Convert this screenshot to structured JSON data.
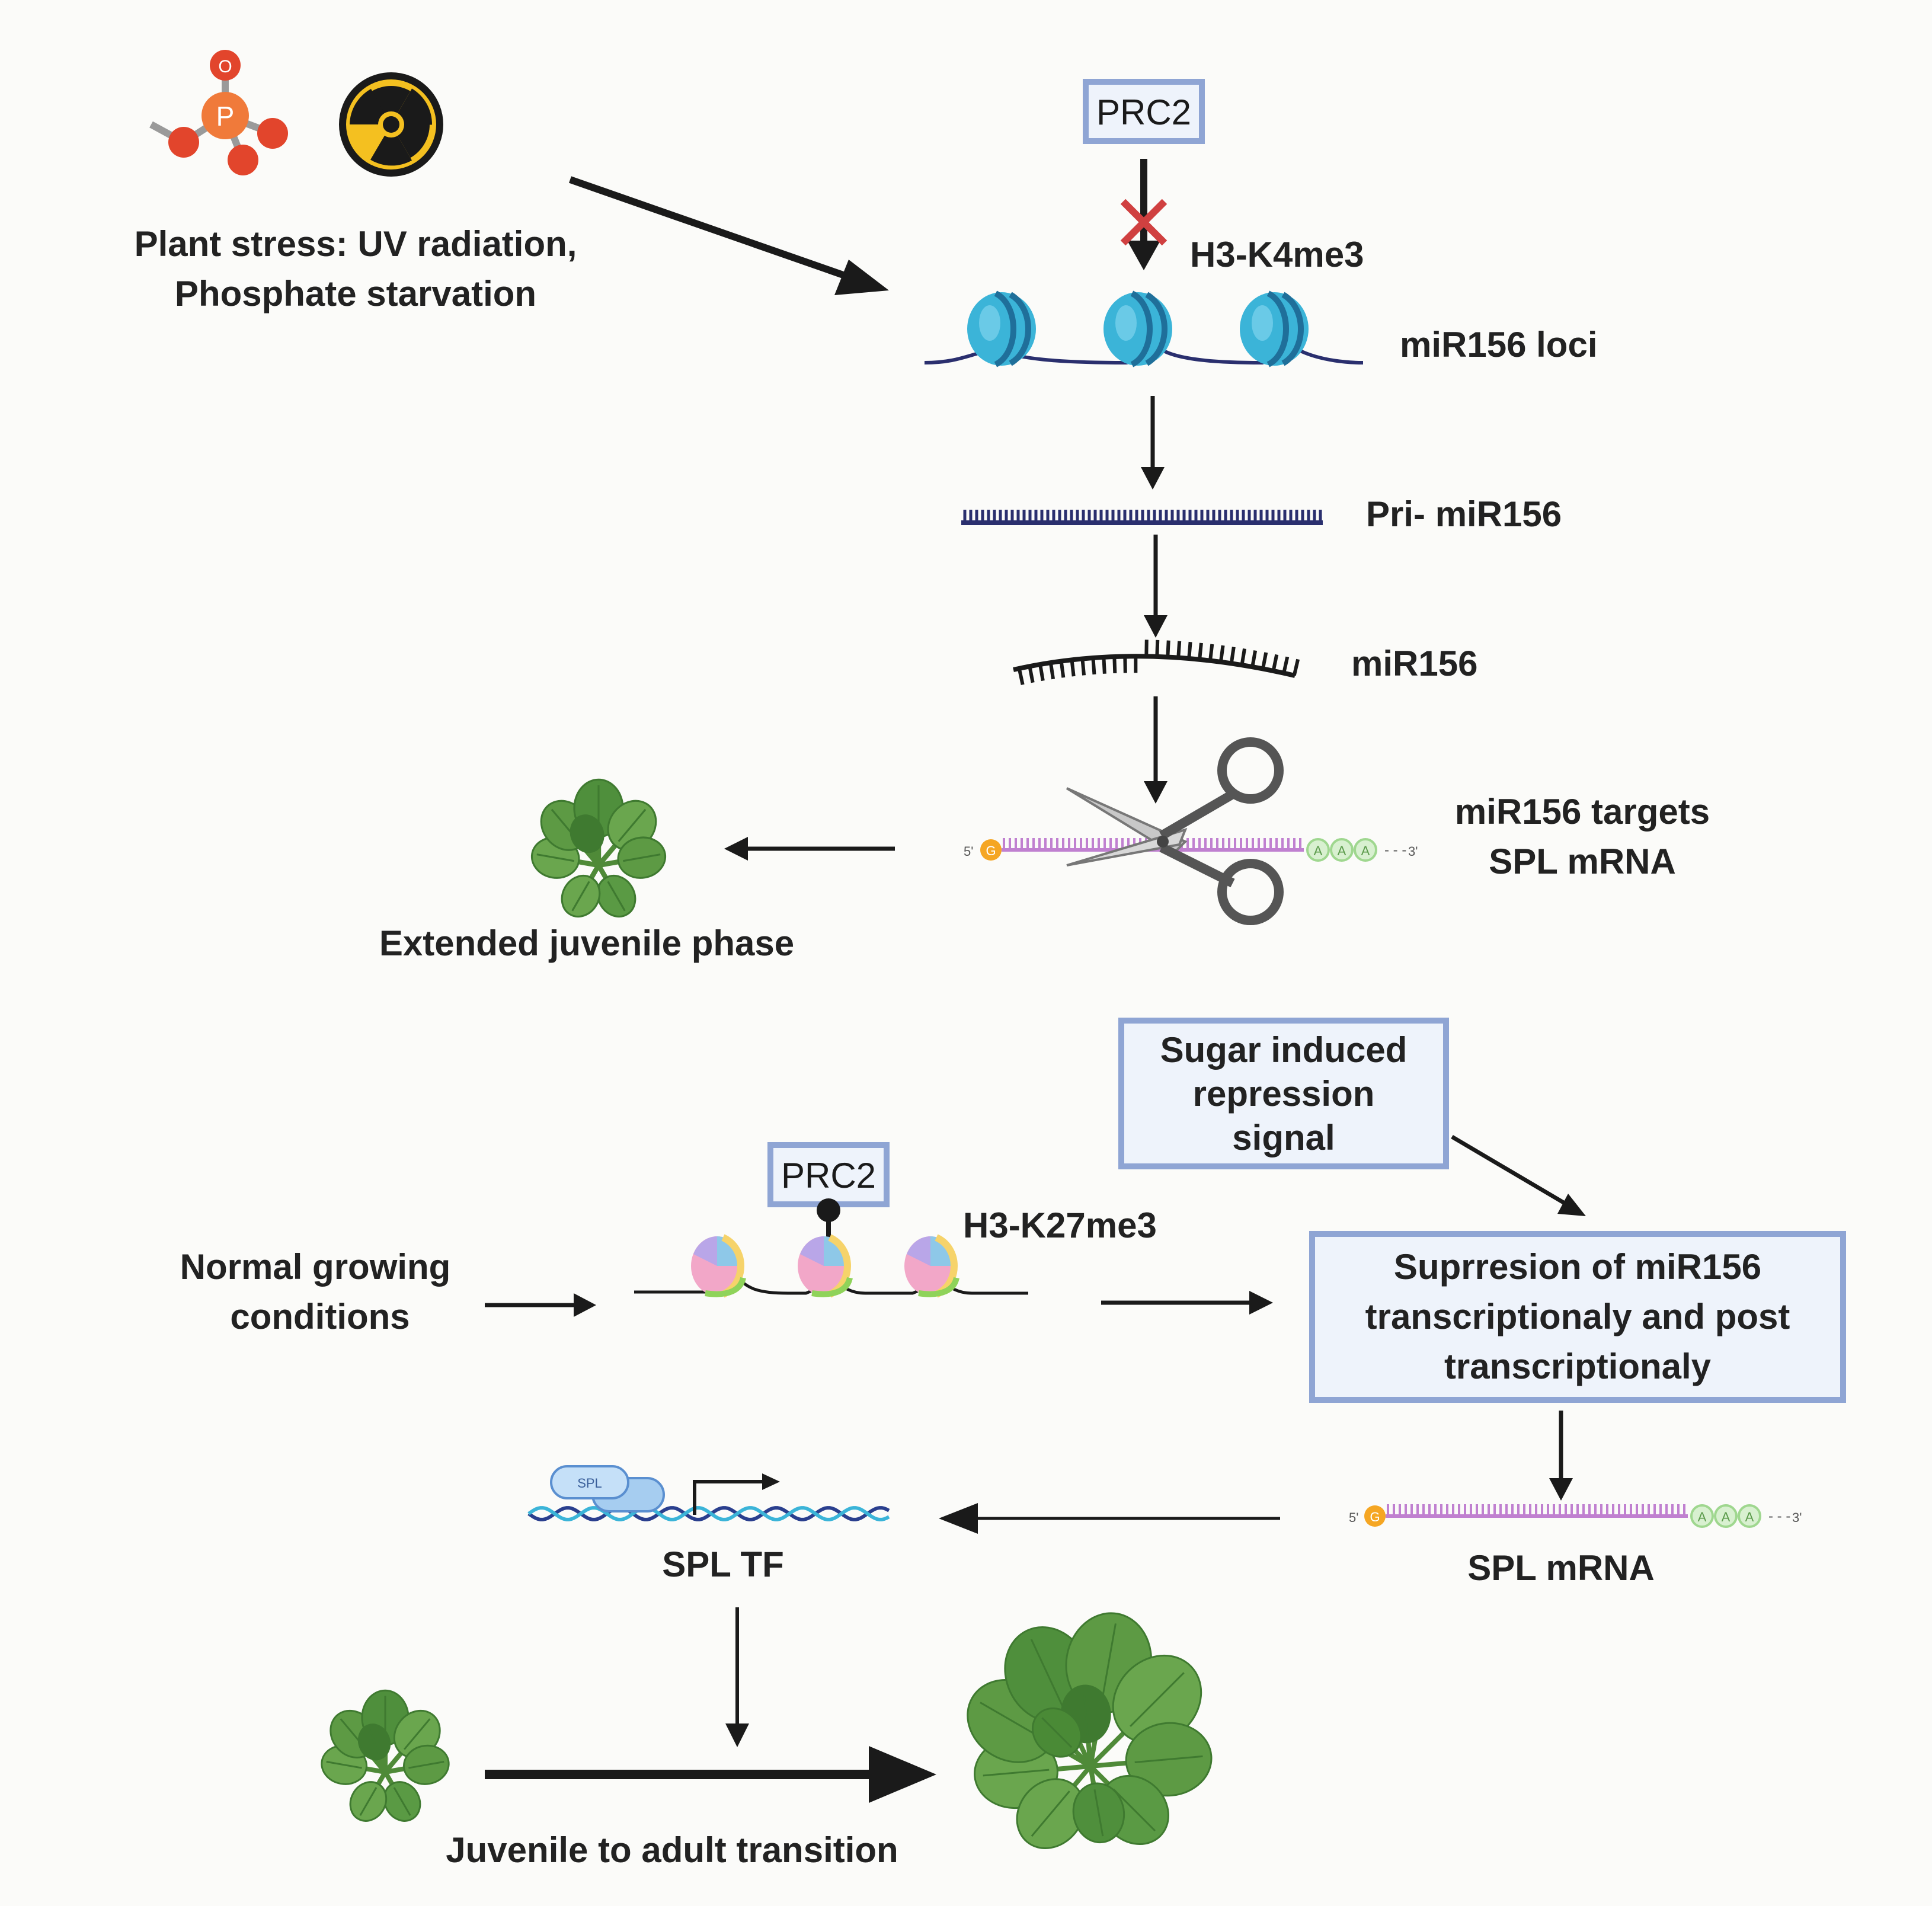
{
  "labels": {
    "stress_line1": "Plant stress: UV radiation,",
    "stress_line2": "Phosphate starvation",
    "prc2_top": "PRC2",
    "h3k4": "H3-K4me3",
    "loci": "miR156 loci",
    "pri": "Pri- miR156",
    "mir156": "miR156",
    "targets_line1": "miR156 targets",
    "targets_line2": "SPL mRNA",
    "extended": "Extended juvenile phase",
    "sugar_line1": "Sugar induced",
    "sugar_line2": "repression",
    "sugar_line3": "signal",
    "prc2_bottom": "PRC2",
    "h3k27": "H3-K27me3",
    "normal_line1": "Normal growing",
    "normal_line2": "conditions",
    "suppr_line1": "Suprresion of miR156",
    "suppr_line2": "transcriptionaly and post",
    "suppr_line3": "transcriptionaly",
    "spl_tf": "SPL TF",
    "spl_mrna": "SPL mRNA",
    "juv_adult": "Juvenile to adult transition",
    "spl_protein": "SPL",
    "phosphate_p": "P",
    "phosphate_o": "O",
    "mrna_5": "5'",
    "mrna_3": "3'",
    "mrna_cap": "G",
    "poly_a": "A"
  },
  "colors": {
    "background": "#fbfbf9",
    "text": "#222222",
    "arrow": "#1a1a1a",
    "box_border": "#8fa5d4",
    "box_fill": "#eef3fb",
    "nucleosome": "#3bb4d8",
    "nucleosome_dark": "#1f6f9a",
    "dna_line": "#2a2f6e",
    "mrna": "#c080d0",
    "cap": "#f5a623",
    "poly_a": "#9fd78f",
    "inhibit_cross": "#d04040",
    "leaf": "#5d9a44",
    "leaf_dark": "#3f7a30",
    "phosphate": "#e2552c",
    "radiation": "#f4c020"
  }
}
